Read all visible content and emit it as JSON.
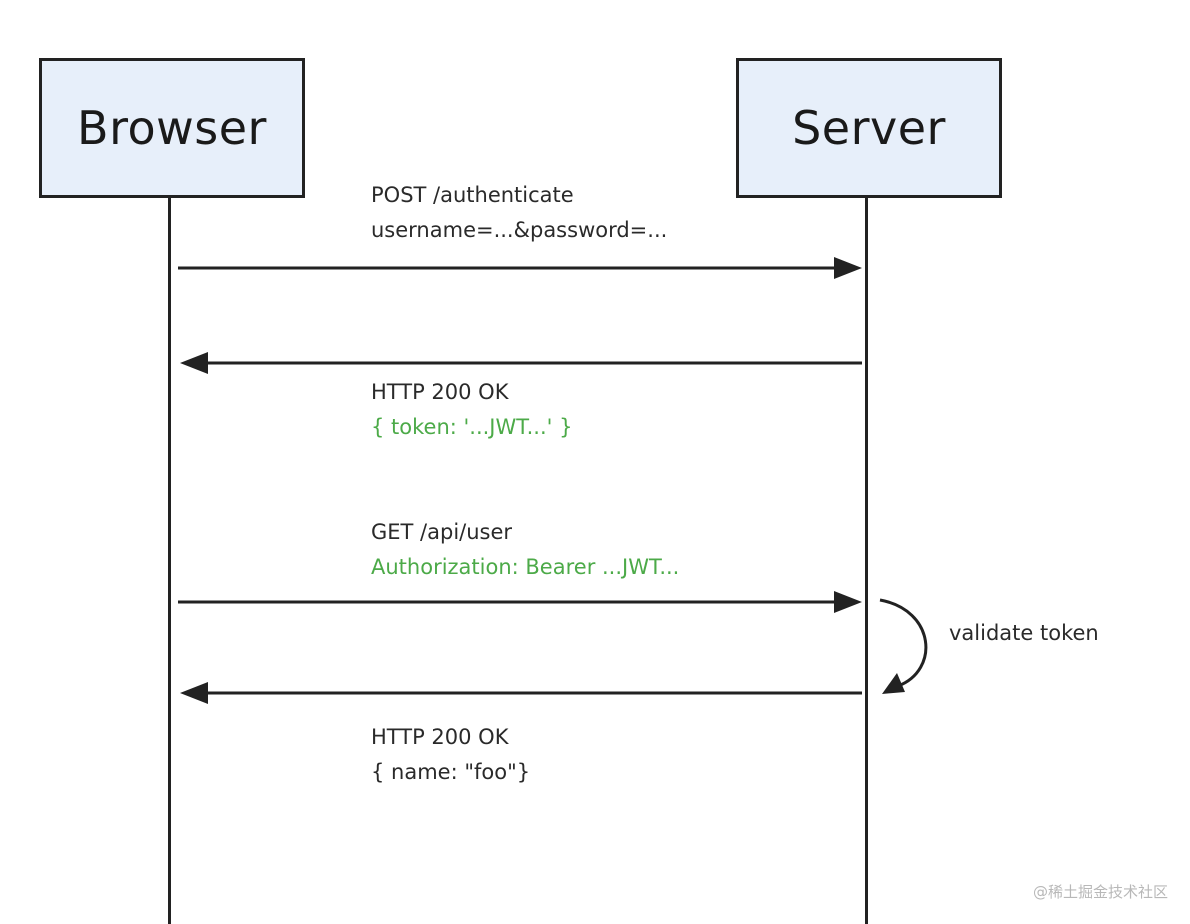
{
  "participants": {
    "browser": "Browser",
    "server": "Server"
  },
  "messages": [
    {
      "line1": "POST /authenticate",
      "line2": "username=...&password=..."
    },
    {
      "line1": "HTTP 200 OK",
      "line2": "{ token: '...JWT...' }"
    },
    {
      "line1": "GET /api/user",
      "line2": "Authorization: Bearer ...JWT..."
    },
    {
      "line1": "HTTP 200 OK",
      "line2": "{ name: \"foo\"}"
    }
  ],
  "self_message": "validate token",
  "watermark": "@稀土掘金技术社区",
  "colors": {
    "box_fill": "#e7effa",
    "line": "#222222",
    "text": "#2a2a2a",
    "highlight_green": "#4caa48"
  }
}
